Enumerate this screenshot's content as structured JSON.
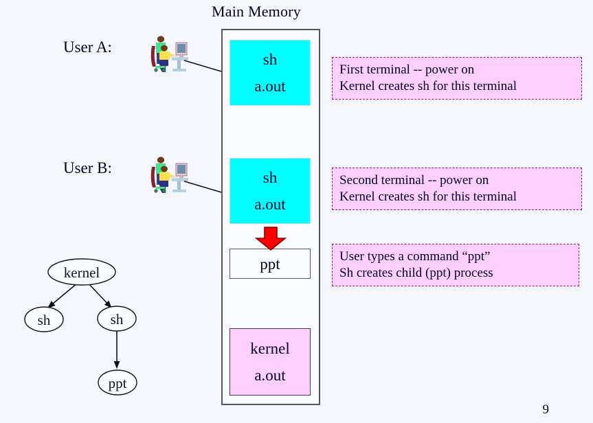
{
  "slide": {
    "memory_title": "Main Memory",
    "page_number": "9"
  },
  "users": [
    {
      "label": "User A:",
      "icon": "user-at-computer-icon"
    },
    {
      "label": "User B:",
      "icon": "user-at-computer-icon"
    }
  ],
  "memory_blocks": [
    {
      "name": "sh-a-out-user-a",
      "line1": "sh",
      "line2": "a.out",
      "color": "#00ffff"
    },
    {
      "name": "sh-a-out-user-b",
      "line1": "sh",
      "line2": "a.out",
      "color": "#00ffff"
    },
    {
      "name": "ppt-process",
      "line1": "ppt",
      "line2": "",
      "color": "#fbfcff"
    },
    {
      "name": "kernel-a-out",
      "line1": "kernel",
      "line2": "a.out",
      "color": "#ffd0ff"
    }
  ],
  "arrow": {
    "name": "fork-arrow",
    "direction": "down",
    "color": "#ff0000"
  },
  "notes": [
    {
      "line1": "First terminal  -- power on",
      "line2": "Kernel creates sh for this terminal"
    },
    {
      "line1": "Second terminal  -- power on",
      "line2": "Kernel creates sh for this terminal"
    },
    {
      "line1": "User types a command “ppt”",
      "line2": "Sh  creates  child (ppt)  process"
    }
  ],
  "process_tree": {
    "nodes": [
      {
        "id": "kernel",
        "label": "kernel"
      },
      {
        "id": "sh1",
        "label": "sh"
      },
      {
        "id": "sh2",
        "label": "sh"
      },
      {
        "id": "ppt",
        "label": "ppt"
      }
    ],
    "edges": [
      {
        "from": "kernel",
        "to": "sh1"
      },
      {
        "from": "kernel",
        "to": "sh2"
      },
      {
        "from": "sh2",
        "to": "ppt"
      }
    ]
  },
  "colors": {
    "background": "#f5f7fc",
    "cyan_block": "#00ffff",
    "pink_block": "#ffd0ff",
    "note_border": "#8b1a8b",
    "arrow_red": "#ff0000"
  }
}
